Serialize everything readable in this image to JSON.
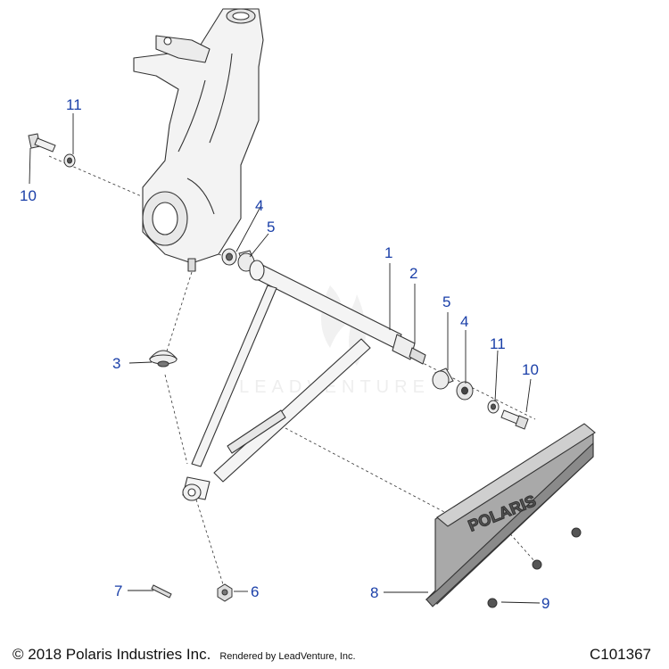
{
  "callouts": {
    "c1": "1",
    "c2": "2",
    "c3": "3",
    "c4a": "4",
    "c4b": "4",
    "c5a": "5",
    "c5b": "5",
    "c6": "6",
    "c7": "7",
    "c8": "8",
    "c9": "9",
    "c10a": "10",
    "c10b": "10",
    "c11a": "11",
    "c11b": "11"
  },
  "guard_logo": "POLARIS",
  "watermark": "LEADVENTURE",
  "footer": {
    "copyright": "© 2018 Polaris Industries Inc.",
    "rendered_by": "Rendered by LeadVenture, Inc.",
    "diagram_id": "C101367"
  },
  "colors": {
    "callout_text": "#1a3fa8",
    "part_outline": "#333333",
    "part_fill": "#f2f2f2",
    "guard_fill": "#9a9a9a",
    "leader_line": "#222222"
  }
}
